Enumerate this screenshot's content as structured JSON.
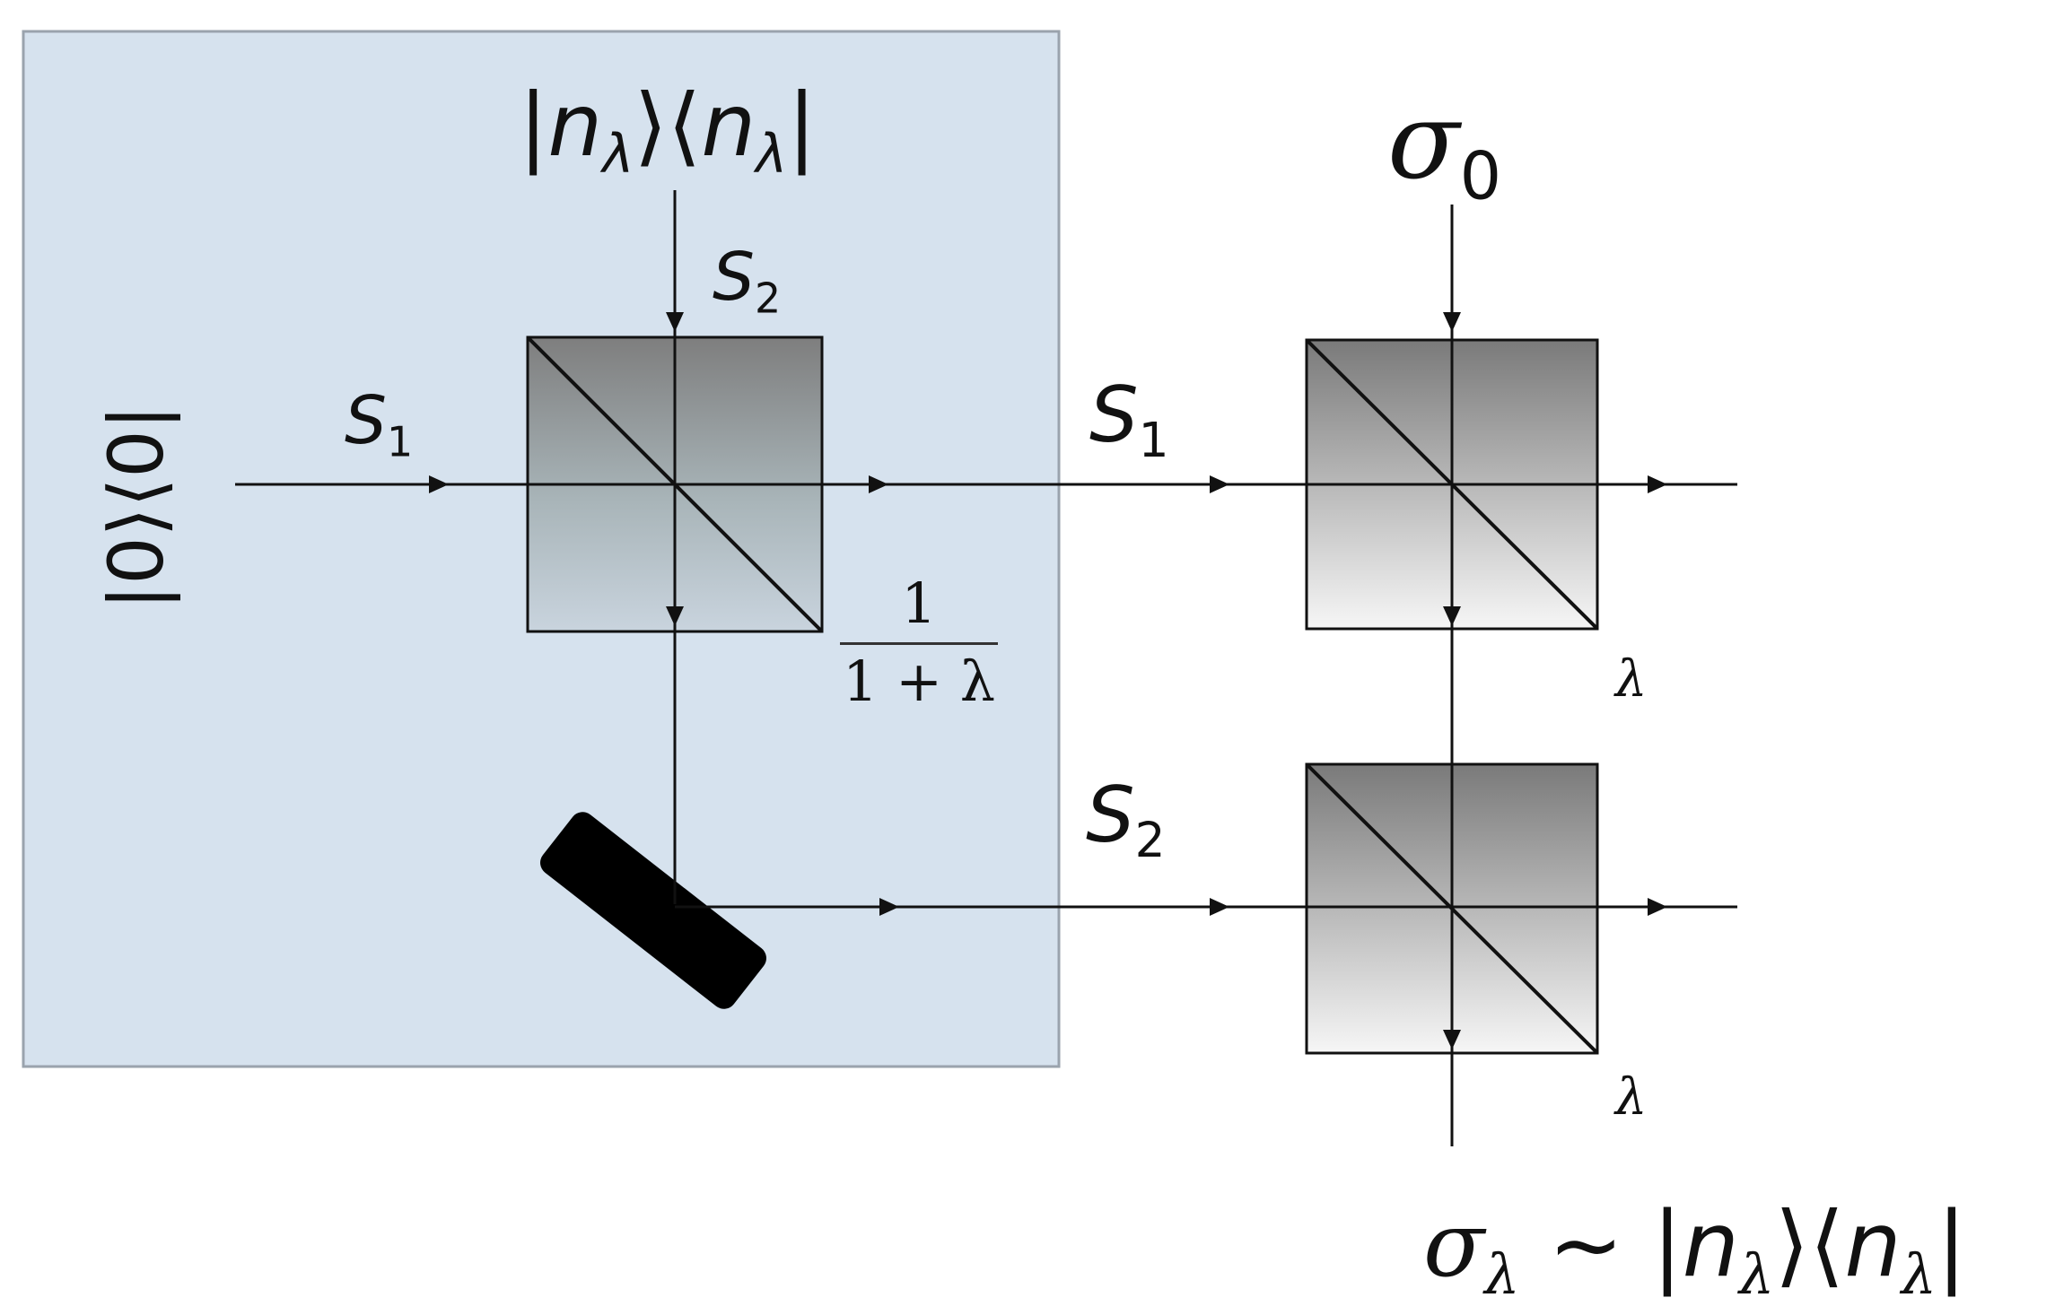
{
  "labels": {
    "input_top_left": "|n",
    "input_top_left_sub": "λ",
    "input_top_mid": "⟩⟨n",
    "input_top_mid_sub": "λ",
    "input_top_end": "|",
    "vacuum_input": "|0⟩⟨0|",
    "s1_inner": "S",
    "s1_inner_sub": "1",
    "s2_inner": "S",
    "s2_inner_sub": "2",
    "s1_outer": "S",
    "s1_outer_sub": "1",
    "s2_outer": "S",
    "s2_outer_sub": "2",
    "sigma0": "σ",
    "sigma0_sub": "0",
    "lambda_top": "λ",
    "lambda_bottom": "λ",
    "frac_num": "1",
    "frac_den": "1 + λ",
    "out_sigma": "σ",
    "out_sigma_sub": "λ",
    "out_rel": " ∼ |n",
    "out_n1_sub": "λ",
    "out_mid": "⟩⟨n",
    "out_n2_sub": "λ",
    "out_end": "|"
  },
  "colors": {
    "shaded_box": "#d6e2ee",
    "shaded_box_border": "#9aa3ad",
    "line": "#111111",
    "mirror": "#000000",
    "splitter_dark": "#7a7a7a",
    "splitter_light": "#f4f4f4"
  }
}
